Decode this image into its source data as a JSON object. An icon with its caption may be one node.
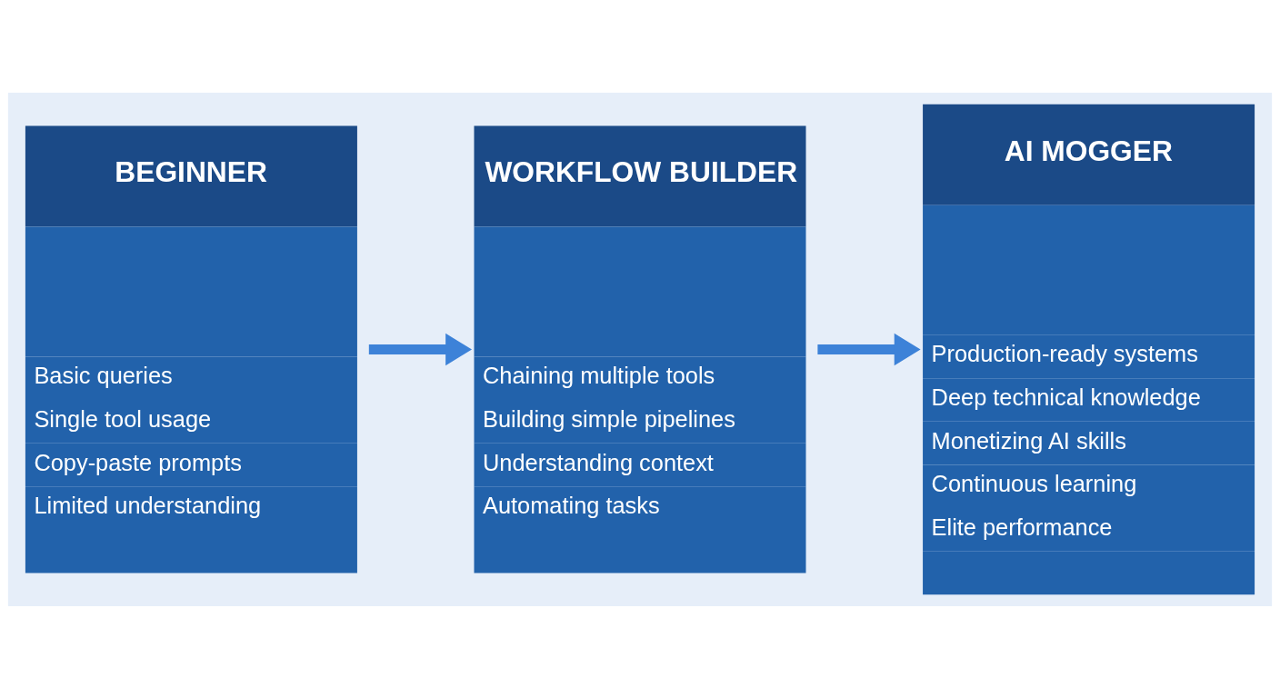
{
  "diagram": {
    "nodes": [
      {
        "text": [
          "BEGINNER",
          "Basic queries",
          "Single tool usage",
          "Copy-paste prompts",
          "Limited understanding"
        ]
      },
      {
        "text": [
          "WORKFLOW BUILDER",
          "Chaining multiple tools",
          "Building simple pipelines",
          "Understanding context",
          "Automating tasks"
        ]
      },
      {
        "text": [
          "AI MOGGER",
          "Production-ready systems",
          "Deep technical knowledge",
          "Monetizing AI skills",
          "Continuous learning",
          "Elite performance"
        ]
      }
    ],
    "edges": [
      {
        "from": 0,
        "to": 1,
        "arrow": "to"
      },
      {
        "from": 1,
        "to": 2,
        "arrow": "to"
      }
    ]
  }
}
